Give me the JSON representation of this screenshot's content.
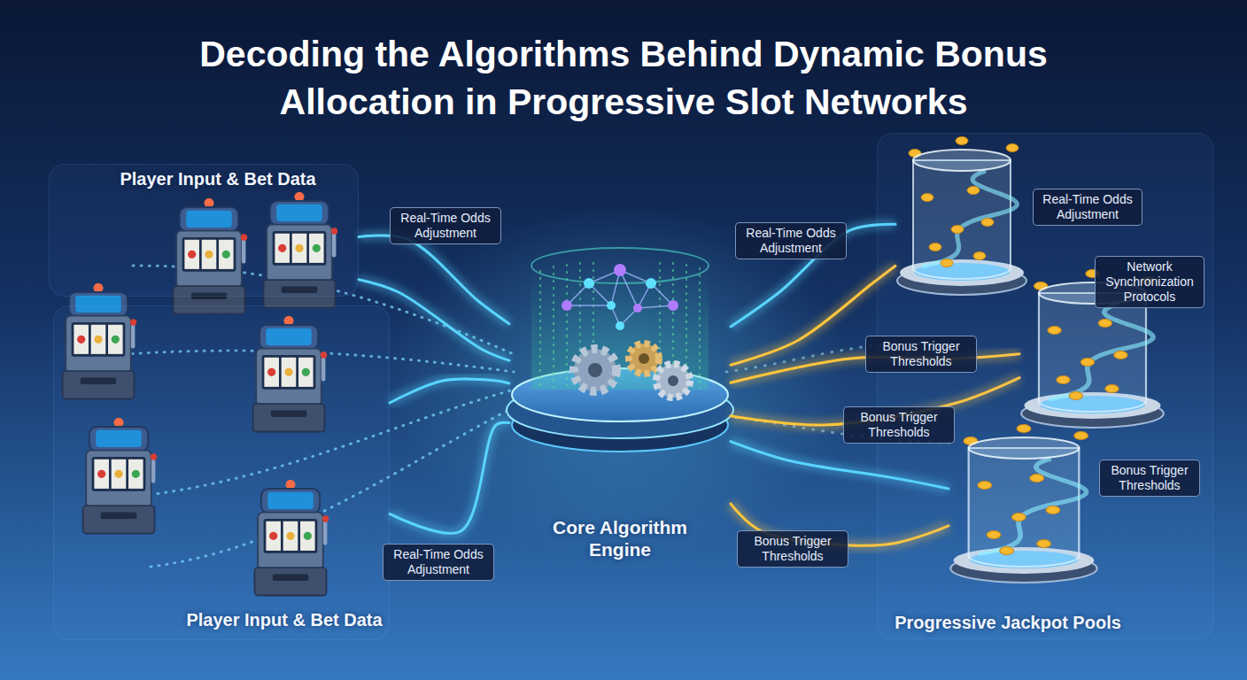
{
  "diagram": {
    "title": "Decoding the Algorithms Behind Dynamic Bonus Allocation in Progressive Slot Networks",
    "nodes": [
      {
        "text": [
          "Player Input & Bet Data"
        ]
      },
      {
        "text": [
          "Player Input & Bet Data"
        ]
      },
      {
        "text": [
          "Core Algorithm Engine"
        ]
      },
      {
        "text": [
          "Progressive Jackpot Pools"
        ]
      },
      {
        "text": [
          "Real-Time Odds Adjustment"
        ],
        "in": 3
      },
      {
        "text": [
          "Network Synchronization Protocols"
        ],
        "in": 3
      },
      {
        "text": [
          "Bonus Trigger Thresholds"
        ],
        "in": 3
      }
    ],
    "edges": [
      {
        "from": 0,
        "to": 2,
        "label": "Real-Time Odds Adjustment",
        "arrow": "none"
      },
      {
        "from": 1,
        "to": 2,
        "label": "Real-Time Odds Adjustment",
        "arrow": "none"
      },
      {
        "from": 0,
        "to": 2,
        "arrow": "none"
      },
      {
        "from": 1,
        "to": 2,
        "arrow": "none"
      },
      {
        "from": 2,
        "to": 4,
        "label": "Real-Time Odds Adjustment",
        "arrow": "none"
      },
      {
        "from": 2,
        "to": 5,
        "label": "Bonus Trigger Thresholds",
        "arrow": "none"
      },
      {
        "from": 2,
        "to": 5,
        "label": "Bonus Trigger Thresholds",
        "arrow": "none"
      },
      {
        "from": 2,
        "to": 6,
        "label": "Bonus Trigger Thresholds",
        "arrow": "none"
      },
      {
        "from": 2,
        "to": 6,
        "arrow": "none"
      },
      {
        "from": 2,
        "to": 4,
        "arrow": "none"
      }
    ]
  }
}
